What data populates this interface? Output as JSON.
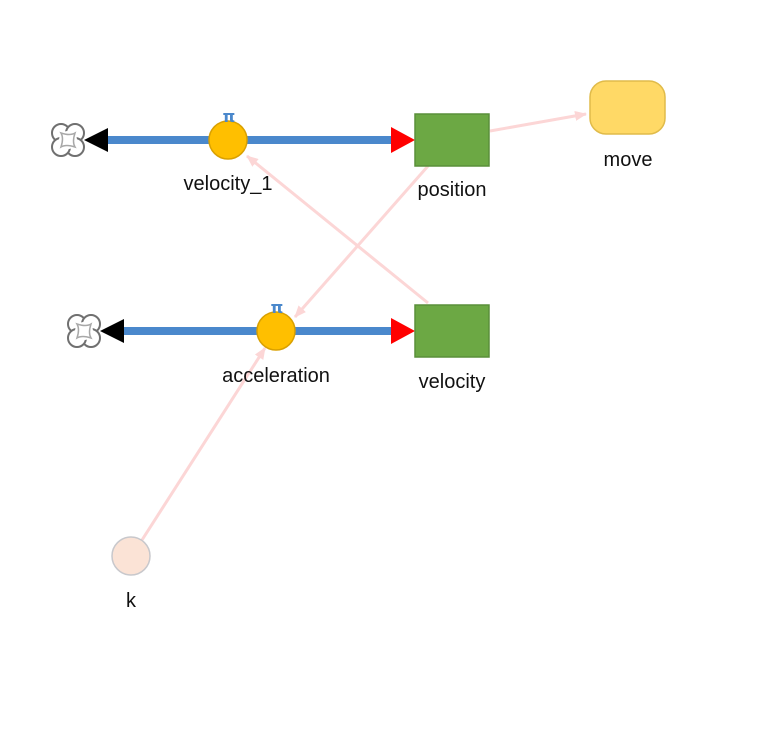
{
  "diagram": {
    "nodes": {
      "position": {
        "label": "position",
        "kind": "stock"
      },
      "velocity": {
        "label": "velocity",
        "kind": "stock"
      },
      "velocity_1": {
        "label": "velocity_1",
        "kind": "flow",
        "icon": "pi-icon",
        "glyph": "π"
      },
      "acceleration": {
        "label": "acceleration",
        "kind": "flow",
        "icon": "pi-icon",
        "glyph": "π"
      },
      "move": {
        "label": "move",
        "kind": "module"
      },
      "k": {
        "label": "k",
        "kind": "variable"
      }
    },
    "clouds": [
      {
        "icon": "cloud-icon",
        "flow": "velocity_1"
      },
      {
        "icon": "cloud-icon",
        "flow": "acceleration"
      }
    ],
    "links": [
      {
        "from": "position",
        "to": "move"
      },
      {
        "from": "velocity",
        "to": "velocity_1"
      },
      {
        "from": "position",
        "to": "acceleration"
      },
      {
        "from": "k",
        "to": "acceleration"
      }
    ],
    "colors": {
      "stock": "#6ca844",
      "stock_border": "#5a8f3a",
      "valve": "#ffbf00",
      "valve_border": "#d9a000",
      "pipe": "#4a88cc",
      "flow_arrow_in": "#ff0000",
      "flow_arrow_out": "#000000",
      "module": "#ffd966",
      "module_border": "#e0bb4a",
      "variable": "#fbe3d6",
      "variable_border": "#c8c8cc",
      "link": "#fcd6d6",
      "pi_icon": "#4a88cc"
    }
  }
}
